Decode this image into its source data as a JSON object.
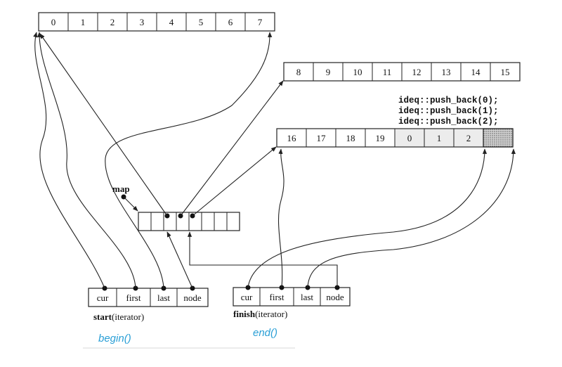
{
  "buffers": {
    "buffer_1": [
      "0",
      "1",
      "2",
      "3",
      "4",
      "5",
      "6",
      "7"
    ],
    "buffer_2": [
      "8",
      "9",
      "10",
      "11",
      "12",
      "13",
      "14",
      "15"
    ],
    "buffer_3": [
      "16",
      "17",
      "18",
      "19",
      "0",
      "1",
      "2",
      ""
    ]
  },
  "code_lines": [
    "ideq::push_back(0);",
    "ideq::push_back(1);",
    "ideq::push_back(2);"
  ],
  "map_label": "map",
  "start_iterator": {
    "fields": [
      "cur",
      "first",
      "last",
      "node"
    ],
    "name": "start",
    "suffix": "(iterator)",
    "method": "begin()"
  },
  "finish_iterator": {
    "fields": [
      "cur",
      "first",
      "last",
      "node"
    ],
    "name": "finish",
    "suffix": "(iterator)",
    "method": "end()"
  },
  "colors": {
    "method_label": "#2a9fd6",
    "shaded_cell": "#bfbfbf"
  }
}
